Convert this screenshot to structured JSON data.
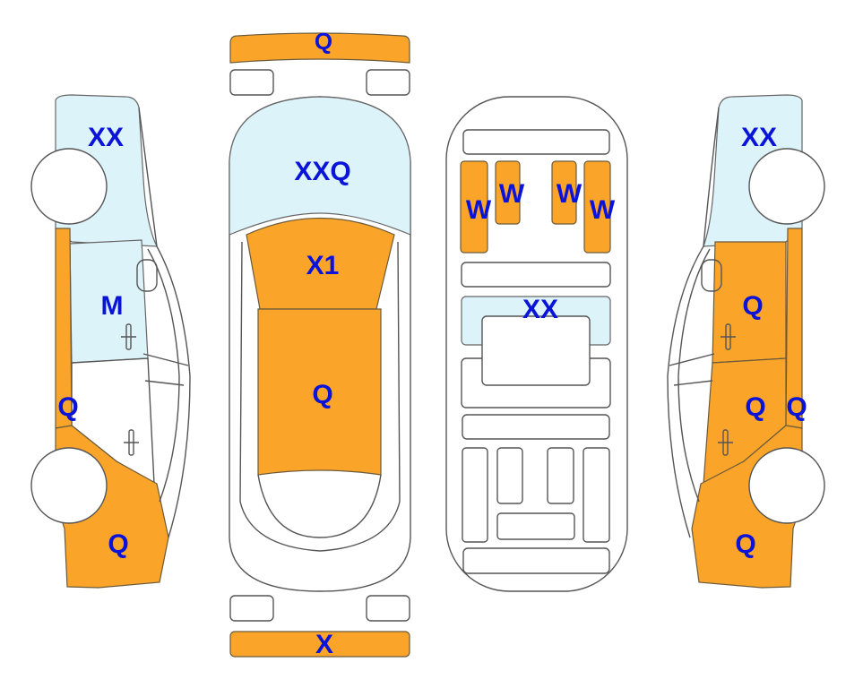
{
  "colors": {
    "damage_fill": "#FAA52A",
    "glass_fill": "#DDF3FA",
    "label_text": "#0A14D8"
  },
  "left_side": {
    "front_label": "XX",
    "window_label": "M",
    "sill_label": "Q",
    "rear_label": "Q"
  },
  "top_view": {
    "front_bumper_label": "Q",
    "windshield_label": "XXQ",
    "front_roof_label": "X1",
    "roof_label": "Q",
    "rear_bumper_label": "X"
  },
  "underside": {
    "seat_labels": [
      "W",
      "W",
      "W",
      "W"
    ],
    "middle_label": "XX"
  },
  "right_side": {
    "front_label": "XX",
    "front_door_label": "Q",
    "rear_door_label": "Q",
    "sill_label": "Q",
    "rear_label": "Q"
  }
}
